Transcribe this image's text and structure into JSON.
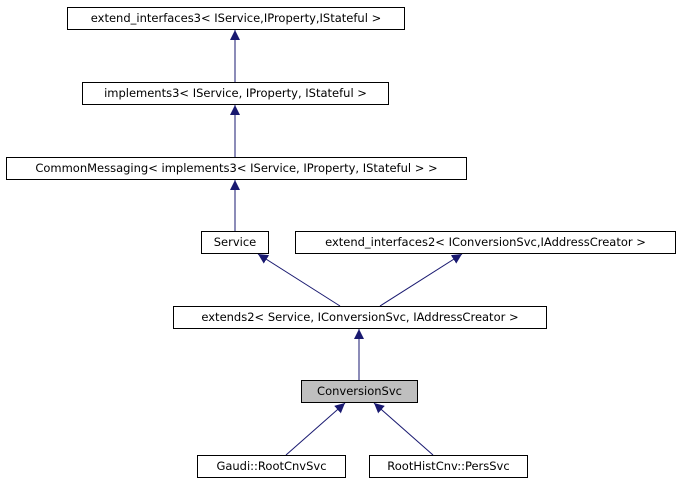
{
  "diagram": {
    "colors": {
      "edge": "#191970",
      "node_border": "#000000",
      "current_fill": "#bfbfbf",
      "node_fill": "#ffffff"
    },
    "nodes": {
      "extend_interfaces3": "extend_interfaces3< IService,IProperty,IStateful >",
      "implements3": "implements3< IService, IProperty, IStateful >",
      "common_messaging": "CommonMessaging< implements3< IService, IProperty, IStateful > >",
      "service": "Service",
      "extend_interfaces2": "extend_interfaces2< IConversionSvc,IAddressCreator >",
      "extends2": "extends2< Service, IConversionSvc, IAddressCreator >",
      "conversion_svc": "ConversionSvc",
      "root_cnv_svc": "Gaudi::RootCnvSvc",
      "pers_svc": "RootHistCnv::PersSvc"
    },
    "edges": [
      {
        "from": "implements3",
        "to": "extend_interfaces3"
      },
      {
        "from": "common_messaging",
        "to": "implements3"
      },
      {
        "from": "service",
        "to": "common_messaging"
      },
      {
        "from": "extends2",
        "to": "service"
      },
      {
        "from": "extends2",
        "to": "extend_interfaces2"
      },
      {
        "from": "conversion_svc",
        "to": "extends2"
      },
      {
        "from": "root_cnv_svc",
        "to": "conversion_svc"
      },
      {
        "from": "pers_svc",
        "to": "conversion_svc"
      }
    ]
  }
}
